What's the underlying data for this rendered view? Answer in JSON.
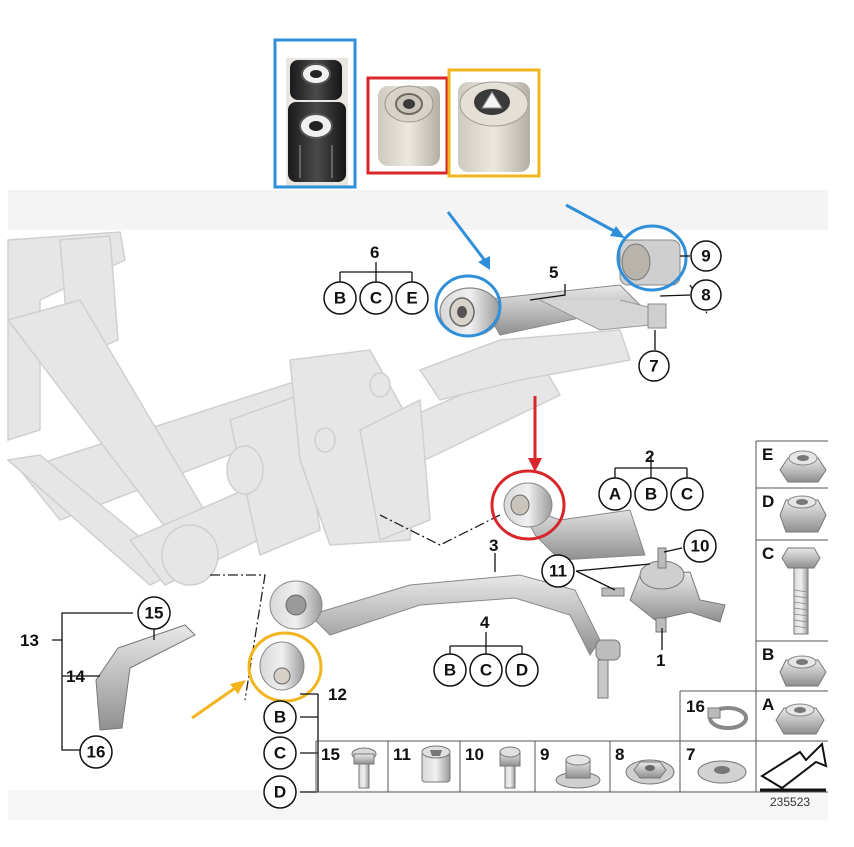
{
  "callouts": {
    "c1": "1",
    "c2": "2",
    "c3": "3",
    "c4": "4",
    "c5": "5",
    "c6": "6",
    "c7": "7",
    "c8": "8",
    "c9": "9",
    "c10": "10",
    "c11": "11",
    "c12": "12",
    "c13": "13",
    "c14": "14",
    "c15": "15",
    "c16": "16"
  },
  "variants": {
    "group6": [
      "B",
      "C",
      "E"
    ],
    "group2": [
      "A",
      "B",
      "C"
    ],
    "group4": [
      "B",
      "C",
      "D"
    ],
    "group12": [
      "B",
      "C",
      "D"
    ]
  },
  "hardware_panel": {
    "column": [
      "E",
      "D",
      "C",
      "B",
      "A"
    ],
    "row": [
      "16",
      "15",
      "11",
      "10",
      "9",
      "8",
      "7"
    ]
  },
  "reference_number": "235523",
  "highlight_colors": {
    "blue": "#2f8fd8",
    "red": "#d9262b",
    "yellow": "#f2b51e"
  }
}
